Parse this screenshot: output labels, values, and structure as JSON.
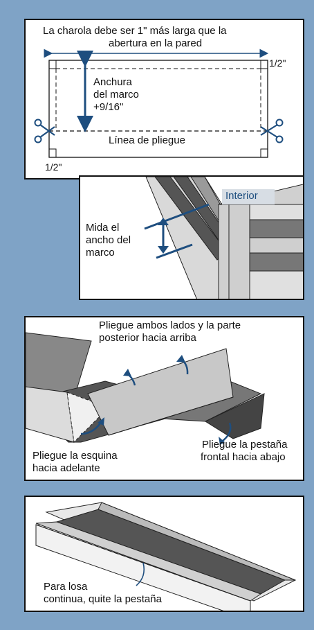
{
  "colors": {
    "background": "#7fa3c6",
    "accent": "#1e4e7f",
    "panel": "#ffffff"
  },
  "panel1": {
    "title_line1": "La charola debe ser 1\" más larga que la",
    "title_line2": "abertura en la pared",
    "width_label_line1": "Anchura",
    "width_label_line2": "del marco",
    "width_label_line3": "+9/16\"",
    "fold_line_label": "Línea de pliegue",
    "right_half_inch": "1/2\"",
    "bottom_half_inch": "1/2\"",
    "icons": [
      "scissors-icon",
      "scissors-icon"
    ]
  },
  "panel2": {
    "interior_label": "Interior",
    "measure_line1": "Mida el",
    "measure_line2": "ancho del",
    "measure_line3": "marco"
  },
  "panel3": {
    "fold_sides_line1": "Pliegue ambos lados y la parte",
    "fold_sides_line2": "posterior hacia arriba",
    "front_tab_line1": "Pliegue la pestaña",
    "front_tab_line2": "frontal hacia abajo",
    "corner_line1": "Pliegue la esquina",
    "corner_line2": "hacia adelante"
  },
  "panel4": {
    "slab_line1": "Para losa",
    "slab_line2": "continua, quite la pestaña"
  }
}
